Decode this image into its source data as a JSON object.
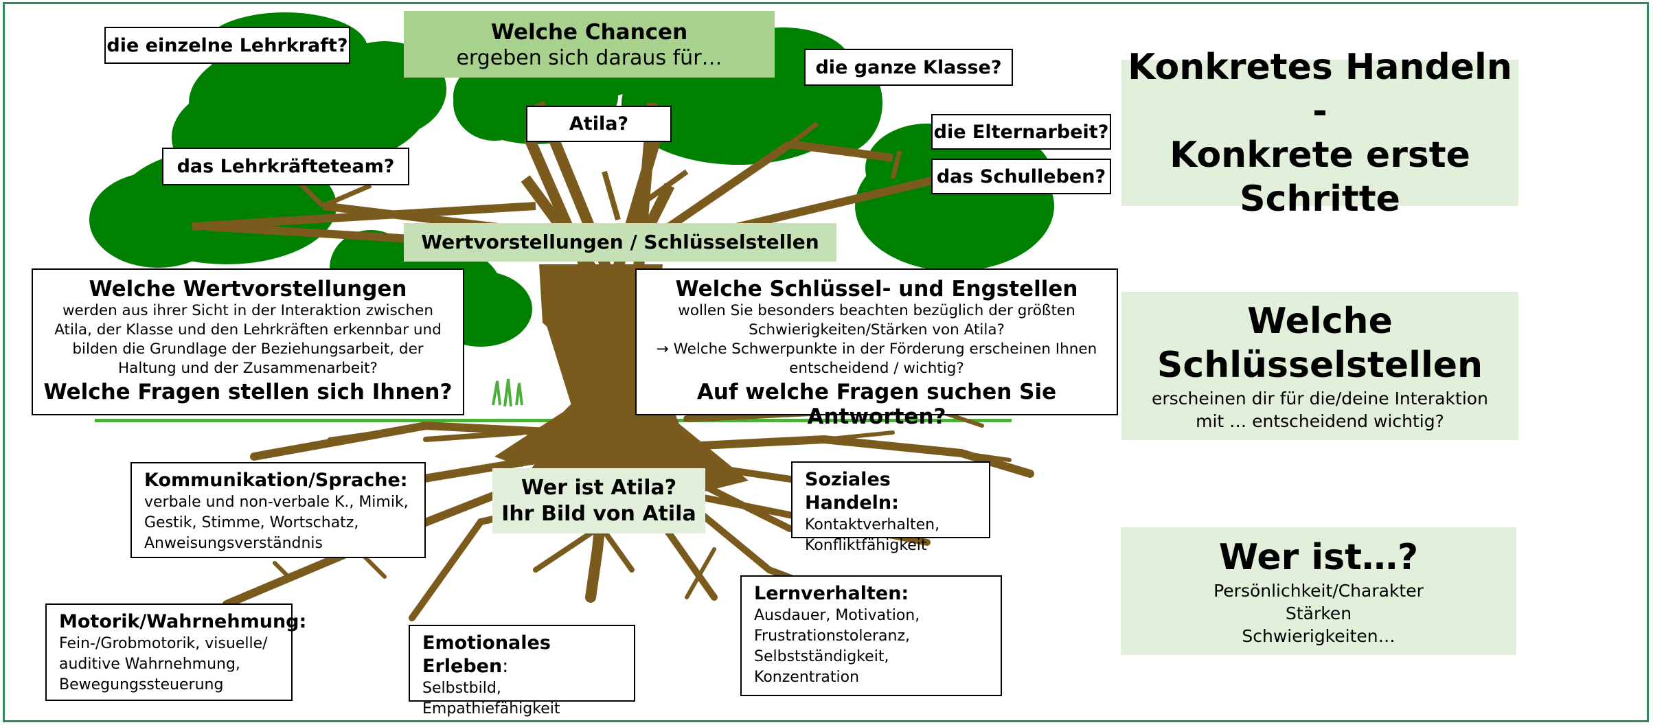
{
  "top_banner": {
    "title": "Welche Chancen",
    "subtitle": "ergeben sich daraus für…"
  },
  "branch_labels": {
    "lehrkraft": "die einzelne Lehrkraft?",
    "klasse": "die ganze Klasse?",
    "atila": "Atila?",
    "eltern": "die Elternarbeit?",
    "team": "das Lehrkräfteteam?",
    "schulleben": "das Schulleben?"
  },
  "trunk_band": "Wertvorstellungen / Schlüsselstellen",
  "werte_box": {
    "title": "Welche Wertvorstellungen",
    "body": [
      "werden aus ihrer Sicht in der Interaktion zwischen",
      "Atila, der Klasse und den Lehrkräften erkennbar und",
      "bilden die Grundlage der Beziehungsarbeit, der",
      "Haltung und der Zusammenarbeit?"
    ],
    "question": "Welche Fragen stellen sich Ihnen?"
  },
  "schluessel_box": {
    "title": "Welche Schlüssel- und Engstellen",
    "body": [
      "wollen Sie besonders beachten bezüglich der größten",
      "Schwierigkeiten/Stärken von Atila?",
      "→ Welche Schwerpunkte in der Förderung erscheinen Ihnen",
      "entscheidend / wichtig?"
    ],
    "question": "Auf welche Fragen suchen Sie Antworten?"
  },
  "root_center": {
    "line1": "Wer ist Atila?",
    "line2": "Ihr Bild von Atila"
  },
  "root_boxes": {
    "kommunikation": {
      "title": "Kommunikation/Sprache:",
      "lines": [
        "verbale und non-verbale K., Mimik,",
        "Gestik, Stimme, Wortschatz,",
        "Anweisungsverständnis"
      ]
    },
    "sozial": {
      "title": "Soziales Handeln:",
      "lines": [
        "Kontaktverhalten,",
        "Konfliktfähigkeit"
      ]
    },
    "motorik": {
      "title": "Motorik/Wahrnehmung:",
      "lines": [
        "Fein-/Grobmotorik, visuelle/",
        "auditive Wahrnehmung,",
        "Bewegungssteuerung"
      ]
    },
    "emotional": {
      "title": "Emotionales Erleben",
      "title_suffix": ":",
      "lines": [
        "Selbstbild,",
        "Empathiefähigkeit"
      ]
    },
    "lernen": {
      "title": "Lernverhalten:",
      "lines": [
        "Ausdauer, Motivation,",
        "Frustrationstoleranz,",
        "Selbstständigkeit,",
        "Konzentration"
      ]
    }
  },
  "right_panels": {
    "handeln": {
      "lines": [
        "Konkretes Handeln -",
        "Konkrete erste",
        "Schritte"
      ]
    },
    "schluessel": {
      "lines": [
        "Welche",
        "Schlüsselstellen"
      ],
      "sub": [
        "erscheinen dir für die/deine Interaktion",
        "mit … entscheidend wichtig?"
      ]
    },
    "werist": {
      "heading": "Wer ist…?",
      "lines": [
        "Persönlichkeit/Charakter",
        "Stärken",
        "Schwierigkeiten…"
      ]
    }
  },
  "colors": {
    "foliage": "#008000",
    "trunk": "#7b5a1e",
    "grass": "#4caf3c",
    "band": "#a9d18e",
    "panel": "#e2efda",
    "frame": "#2e8b57"
  }
}
